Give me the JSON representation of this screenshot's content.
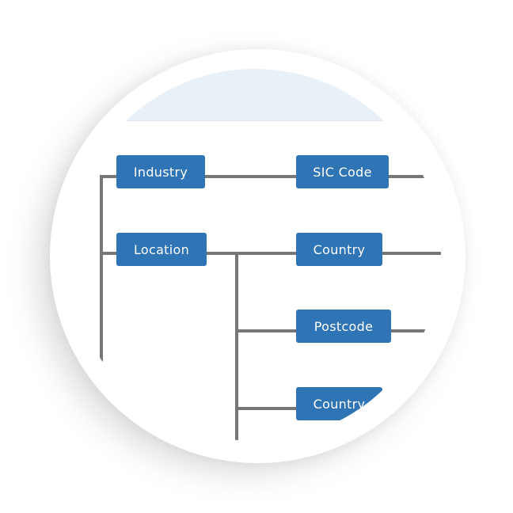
{
  "colors": {
    "node": "#2f74b5",
    "connector": "#767676",
    "header": "#e8f0f8"
  },
  "nodes": {
    "industry": "Industry",
    "sic_code": "SIC Code",
    "location": "Location",
    "country": "Country",
    "postcode": "Postcode",
    "country_2": "Country"
  }
}
